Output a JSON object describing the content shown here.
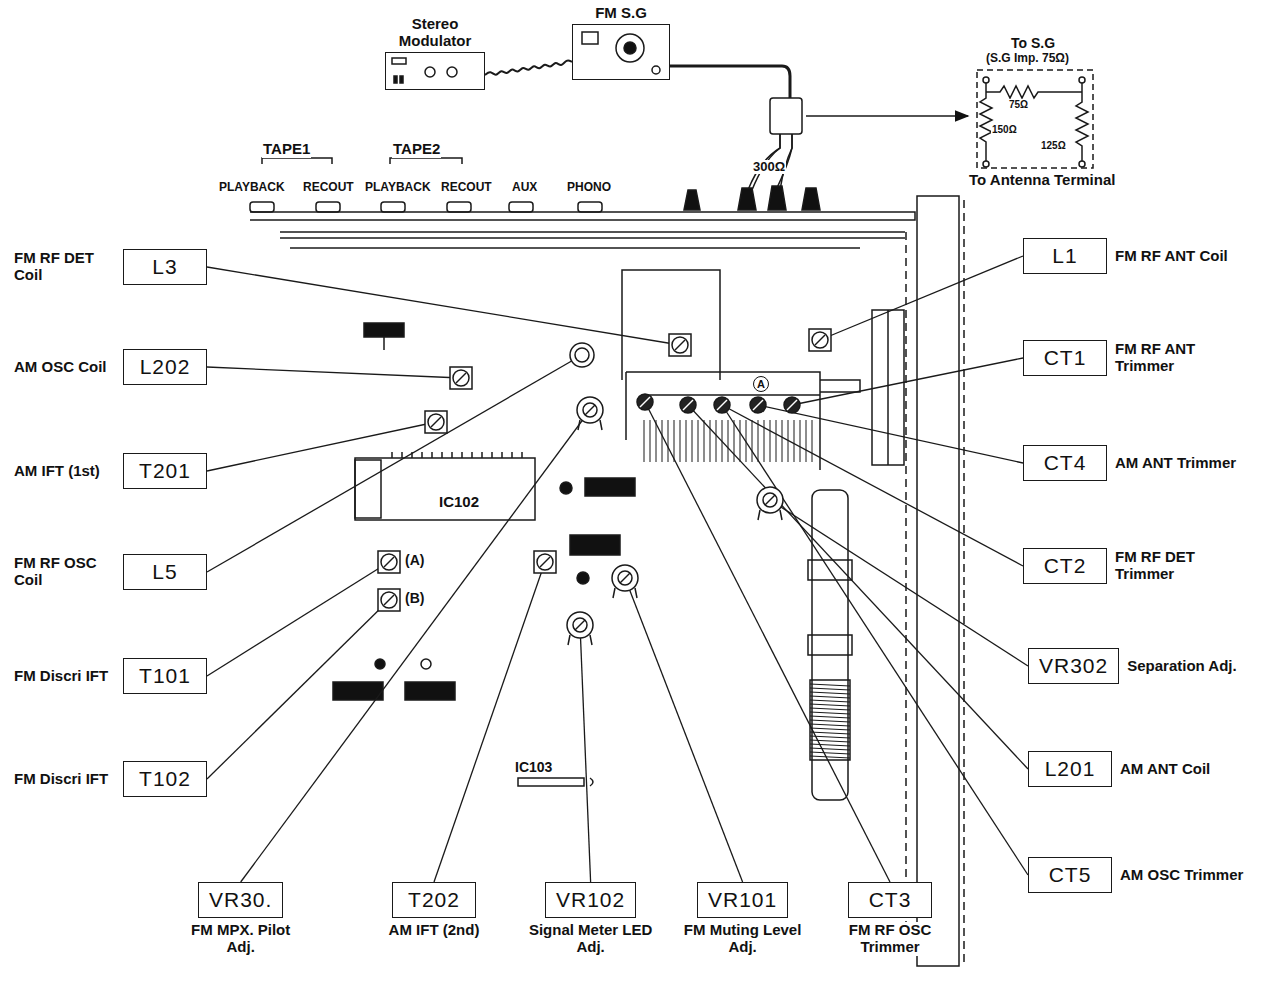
{
  "diagram": {
    "nodes": [
      {
        "text": [
          "Stereo Modulator"
        ]
      },
      {
        "text": [
          "FM S.G"
        ]
      },
      {
        "text": [
          "L3",
          "FM RF DET Coil"
        ]
      },
      {
        "text": [
          "L202",
          "AM OSC Coil"
        ]
      },
      {
        "text": [
          "T201",
          "AM IFT (1st)"
        ]
      },
      {
        "text": [
          "L5",
          "FM RF OSC Coil"
        ]
      },
      {
        "text": [
          "T101",
          "FM Discri IFT"
        ]
      },
      {
        "text": [
          "T102",
          "FM Discri IFT"
        ]
      },
      {
        "text": [
          "L1",
          "FM RF ANT Coil"
        ]
      },
      {
        "text": [
          "CT1",
          "FM RF ANT Trimmer"
        ]
      },
      {
        "text": [
          "CT4",
          "AM ANT Trimmer"
        ]
      },
      {
        "text": [
          "CT2",
          "FM RF DET Trimmer"
        ]
      },
      {
        "text": [
          "VR302",
          "Separation Adj."
        ]
      },
      {
        "text": [
          "L201",
          "AM ANT Coil"
        ]
      },
      {
        "text": [
          "CT5",
          "AM OSC Trimmer"
        ]
      },
      {
        "text": [
          "VR30.",
          "FM MPX. Pilot Adj."
        ]
      },
      {
        "text": [
          "T202",
          "AM IFT (2nd)"
        ]
      },
      {
        "text": [
          "VR102",
          "Signal Meter LED Adj."
        ]
      },
      {
        "text": [
          "VR101",
          "FM Muting Level Adj."
        ]
      },
      {
        "text": [
          "CT3",
          "FM RF OSC Trimmer"
        ]
      }
    ],
    "edges": [
      {
        "from": 0,
        "to": 1,
        "arrow": "none"
      }
    ],
    "labels": [
      "TAPE1",
      "TAPE2",
      "PLAYBACK",
      "RECOUT",
      "PLAYBACK",
      "RECOUT",
      "AUX",
      "PHONO",
      "300Ω",
      "To S.G",
      "(S.G Imp. 75Ω)",
      "150Ω",
      "75Ω",
      "125Ω",
      "To Antenna Terminal",
      "IC102",
      "(A)",
      "(B)",
      "IC103",
      "A"
    ]
  }
}
